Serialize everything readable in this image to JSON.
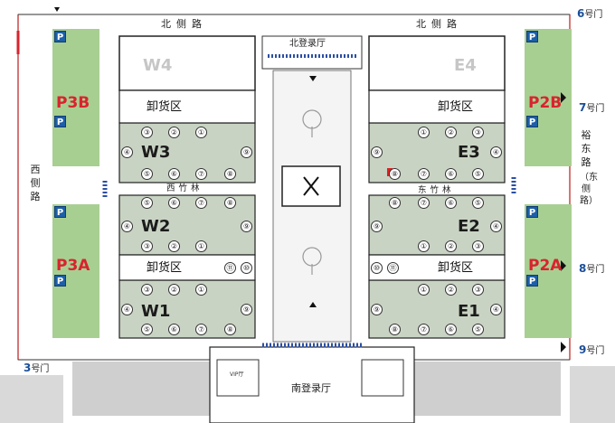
{
  "roads": {
    "north_left": "北侧路",
    "north_right": "北侧路",
    "west": "西侧路",
    "east_main": "裕东路",
    "east_paren": "（东侧路）"
  },
  "gates": {
    "g6": {
      "num": "6",
      "label": "号门"
    },
    "g7": {
      "num": "7",
      "label": "号门"
    },
    "g8": {
      "num": "8",
      "label": "号门"
    },
    "g9": {
      "num": "9",
      "label": "号门"
    },
    "g3": {
      "num": "3",
      "label": "号门"
    }
  },
  "parking": {
    "p3b": "P3B",
    "p3a": "P3A",
    "p2b": "P2B",
    "p2a": "P2A",
    "sign": "P"
  },
  "halls": {
    "w1": "W1",
    "w2": "W2",
    "w3": "W3",
    "w4": "W4",
    "e1": "E1",
    "e2": "E2",
    "e3": "E3",
    "e4": "E4"
  },
  "unloading": {
    "label": "卸货区"
  },
  "lobbies": {
    "north": "北登录厅",
    "south": "南登录厅",
    "vip": "VIP厅"
  },
  "corridors": {
    "west": "西竹林",
    "east": "东竹林"
  },
  "doors": {
    "top_row": [
      "③",
      "②",
      "①"
    ],
    "bottom_row": [
      "⑤",
      "⑥",
      "⑦",
      "⑧"
    ],
    "left": [
      "④",
      "④",
      "④"
    ],
    "right_top": "⑨",
    "right_mid": "⑪",
    "right_mid2": "⑩",
    "e_left": "⑨",
    "e_left2": "⑩",
    "e_left3": "⑪"
  },
  "icons": [
    "parking-sign-icon",
    "restaurant-icon",
    "tree-icon",
    "truck-icon",
    "forklift-icon",
    "restroom-icon",
    "fire-hydrant-icon"
  ],
  "colors": {
    "hall_fill": "#c9d3c3",
    "hall_fill_light": "#dde4d8",
    "parking_green": "#a8cf92",
    "parking_label": "#d9232d",
    "sign_blue": "#1d5fa8",
    "walkway_blue": "#2b4fa3",
    "road_gray": "#e3e3e3",
    "building_gray": "#c9c9c9"
  }
}
